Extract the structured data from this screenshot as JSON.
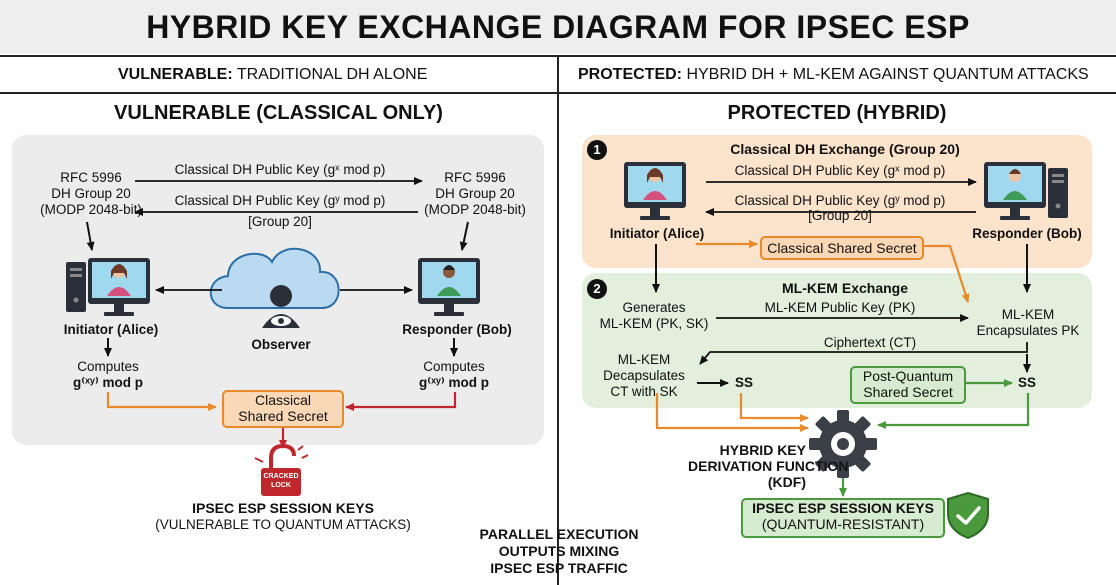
{
  "title": "HYBRID KEY EXCHANGE DIAGRAM FOR IPSEC ESP",
  "left": {
    "header_bold": "VULNERABLE:",
    "header_rest": " TRADITIONAL DH ALONE",
    "panel_title": "VULNERABLE (CLASSICAL ONLY)",
    "rfc_left": [
      "RFC 5996",
      "DH Group 20",
      "(MODP 2048-bit)"
    ],
    "rfc_right": [
      "RFC 5996",
      "DH Group 20",
      "(MODP 2048-bit)"
    ],
    "arrow_top": "Classical DH Public Key (gˣ mod p)",
    "arrow_mid": "Classical DH Public Key (gʸ mod p)",
    "arrow_mid2": "[Group 20]",
    "initiator": "Initiator (Alice)",
    "responder": "Responder (Bob)",
    "observer": "Observer",
    "computes_left": [
      "Computes",
      "g⁽ˣʸ⁾ mod p"
    ],
    "computes_right": [
      "Computes",
      "g⁽ˣʸ⁾ mod p"
    ],
    "shared_secret": [
      "Classical",
      "Shared Secret"
    ],
    "lock_text": [
      "CRACKED",
      "LOCK"
    ],
    "keys_title": "IPSEC ESP SESSION KEYS",
    "keys_sub": "(VULNERABLE TO QUANTUM ATTACKS)"
  },
  "right": {
    "header_bold": "PROTECTED:",
    "header_rest": " HYBRID DH + ML-KEM AGAINST QUANTUM ATTACKS",
    "panel_title": "PROTECTED (HYBRID)",
    "step1_num": "1",
    "step1_title": "Classical DH Exchange (Group 20)",
    "dh_top": "Classical DH Public Key (gˣ mod p)",
    "dh_mid": "Classical DH Public Key (gʸ mod p)",
    "dh_mid2": "[Group 20]",
    "initiator": "Initiator (Alice)",
    "responder": "Responder (Bob)",
    "classical_ss": "Classical Shared Secret",
    "step2_num": "2",
    "step2_title": "ML-KEM Exchange",
    "generates": [
      "Generates",
      "ML-KEM (PK, SK)"
    ],
    "pk_label": "ML-KEM Public Key (PK)",
    "encaps": [
      "ML-KEM",
      "Encapsulates PK"
    ],
    "ct_label": "Ciphertext (CT)",
    "decaps": [
      "ML-KEM",
      "Decapsulates",
      "CT with SK"
    ],
    "ss_left": "SS",
    "ss_right": "SS",
    "pq_ss": [
      "Post-Quantum",
      "Shared Secret"
    ],
    "kdf": [
      "HYBRID KEY",
      "DERIVATION FUNCTION",
      "(KDF)"
    ],
    "keys_title": "IPSEC ESP SESSION KEYS",
    "keys_sub": "(QUANTUM-RESISTANT)"
  },
  "bottom": [
    "PARALLEL EXECUTION",
    "OUTPUTS MIXING",
    "IPSEC ESP TRAFFIC"
  ],
  "colors": {
    "orange": "#e8892a",
    "red": "#c0272d",
    "green": "#4a9a3d",
    "panel_gray": "#ececec",
    "panel_orange": "#fbe3cc",
    "panel_green": "#e1efdc"
  }
}
